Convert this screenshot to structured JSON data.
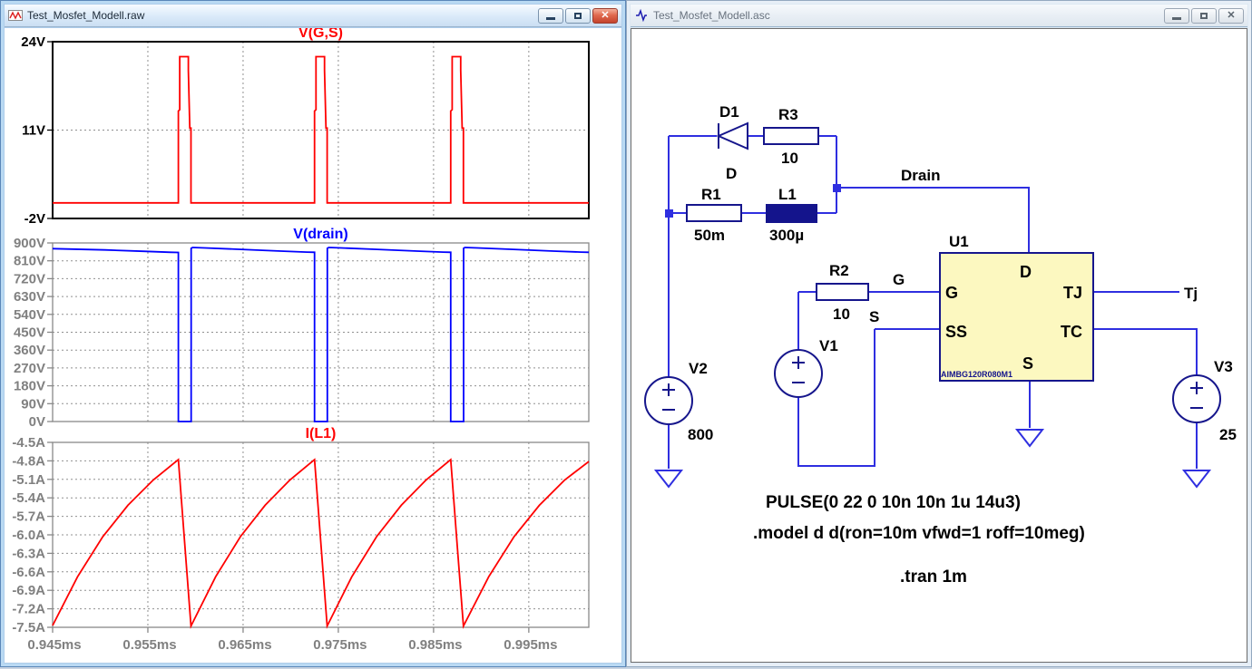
{
  "windows": {
    "left": {
      "title": "Test_Mosfet_Modell.raw"
    },
    "right": {
      "title": "Test_Mosfet_Modell.asc"
    },
    "controls": {
      "minimize": "minimize",
      "restore": "restore",
      "close": "✕"
    }
  },
  "chart_data": {
    "type": "line",
    "x": {
      "label_unit": "ms",
      "lim": [
        0.945,
        1.0013
      ],
      "ticks": [
        0.945,
        0.955,
        0.965,
        0.975,
        0.985,
        0.995
      ],
      "tick_labels": [
        "0.945ms",
        "0.955ms",
        "0.965ms",
        "0.975ms",
        "0.985ms",
        "0.995ms"
      ],
      "grid": [
        0.955,
        0.965,
        0.975,
        0.985,
        0.995
      ],
      "tick_color": "#808080",
      "grid_color": "#909090"
    },
    "panels": [
      {
        "title": "V(G,S)",
        "color": "#ff0000",
        "axis_color": "#000000",
        "tick_color": "#000000",
        "ylim": [
          -2,
          24
        ],
        "yticks": [
          24,
          11,
          -2
        ],
        "ytick_labels": [
          "24V",
          "11V",
          "-2V"
        ],
        "grid": [
          11
        ],
        "series": {
          "name": "V(G,S)",
          "points": [
            [
              0.945,
              0.3
            ],
            [
              0.9582,
              0.3
            ],
            [
              0.9582,
              13.8
            ],
            [
              0.95835,
              14.0
            ],
            [
              0.95835,
              21.8
            ],
            [
              0.95925,
              21.8
            ],
            [
              0.95925,
              19.8
            ],
            [
              0.9594,
              11.3
            ],
            [
              0.95953,
              11.3
            ],
            [
              0.95953,
              0.3
            ],
            [
              0.9725,
              0.3
            ],
            [
              0.9725,
              13.8
            ],
            [
              0.97265,
              14.0
            ],
            [
              0.97265,
              21.8
            ],
            [
              0.97355,
              21.8
            ],
            [
              0.97355,
              19.8
            ],
            [
              0.9737,
              11.3
            ],
            [
              0.97383,
              11.3
            ],
            [
              0.97383,
              0.3
            ],
            [
              0.9868,
              0.3
            ],
            [
              0.9868,
              13.8
            ],
            [
              0.98695,
              14.0
            ],
            [
              0.98695,
              21.8
            ],
            [
              0.98785,
              21.8
            ],
            [
              0.98785,
              19.8
            ],
            [
              0.988,
              11.3
            ],
            [
              0.98813,
              11.3
            ],
            [
              0.98813,
              0.3
            ],
            [
              1.0013,
              0.3
            ]
          ]
        }
      },
      {
        "title": "V(drain)",
        "color": "#0000ff",
        "axis_color": "#888888",
        "tick_color": "#808080",
        "ylim": [
          0,
          900
        ],
        "yticks": [
          900,
          810,
          720,
          630,
          540,
          450,
          360,
          270,
          180,
          90,
          0
        ],
        "ytick_labels": [
          "900V",
          "810V",
          "720V",
          "630V",
          "540V",
          "450V",
          "360V",
          "270V",
          "180V",
          "90V",
          "0V"
        ],
        "grid": [
          810,
          720,
          630,
          540,
          450,
          360,
          270,
          180,
          90
        ],
        "series": {
          "name": "V(drain)",
          "points": [
            [
              0.945,
              871
            ],
            [
              0.9505,
              865
            ],
            [
              0.9545,
              858
            ],
            [
              0.9574,
              853
            ],
            [
              0.9582,
              852
            ],
            [
              0.9582,
              0
            ],
            [
              0.95955,
              0
            ],
            [
              0.95955,
              873
            ],
            [
              0.9597,
              877
            ],
            [
              0.961,
              875
            ],
            [
              0.9645,
              868
            ],
            [
              0.969,
              859
            ],
            [
              0.9717,
              854
            ],
            [
              0.9725,
              853
            ],
            [
              0.9725,
              0
            ],
            [
              0.97385,
              0
            ],
            [
              0.97385,
              873
            ],
            [
              0.974,
              877
            ],
            [
              0.9753,
              875
            ],
            [
              0.9788,
              868
            ],
            [
              0.9833,
              859
            ],
            [
              0.986,
              854
            ],
            [
              0.9868,
              853
            ],
            [
              0.9868,
              0
            ],
            [
              0.98815,
              0
            ],
            [
              0.98815,
              873
            ],
            [
              0.9883,
              877
            ],
            [
              0.9896,
              875
            ],
            [
              0.9931,
              868
            ],
            [
              0.9976,
              859
            ],
            [
              1.0005,
              854
            ],
            [
              1.0013,
              853
            ]
          ]
        }
      },
      {
        "title": "I(L1)",
        "color": "#ff0000",
        "axis_color": "#888888",
        "tick_color": "#808080",
        "ylim": [
          -7.5,
          -4.5
        ],
        "yticks": [
          -4.5,
          -4.8,
          -5.1,
          -5.4,
          -5.7,
          -6.0,
          -6.3,
          -6.6,
          -6.9,
          -7.2,
          -7.5
        ],
        "ytick_labels": [
          "-4.5A",
          "-4.8A",
          "-5.1A",
          "-5.4A",
          "-5.7A",
          "-6.0A",
          "-6.3A",
          "-6.6A",
          "-6.9A",
          "-7.2A",
          "-7.5A"
        ],
        "grid": [
          -4.8,
          -5.1,
          -5.4,
          -5.7,
          -6.0,
          -6.3,
          -6.6,
          -6.9,
          -7.2
        ],
        "series": {
          "name": "I(L1)",
          "points": [
            [
              0.945,
              -7.47
            ],
            [
              0.94762,
              -6.68
            ],
            [
              0.95027,
              -6.03
            ],
            [
              0.95291,
              -5.52
            ],
            [
              0.95556,
              -5.11
            ],
            [
              0.9582,
              -4.78
            ],
            [
              0.9589,
              -6.2
            ],
            [
              0.95953,
              -7.48
            ],
            [
              0.96212,
              -6.68
            ],
            [
              0.96472,
              -6.03
            ],
            [
              0.96731,
              -5.52
            ],
            [
              0.96991,
              -5.11
            ],
            [
              0.9725,
              -4.78
            ],
            [
              0.9732,
              -6.2
            ],
            [
              0.97383,
              -7.48
            ],
            [
              0.97642,
              -6.68
            ],
            [
              0.97902,
              -6.03
            ],
            [
              0.98161,
              -5.52
            ],
            [
              0.98421,
              -5.11
            ],
            [
              0.9868,
              -4.78
            ],
            [
              0.9875,
              -6.2
            ],
            [
              0.98813,
              -7.48
            ],
            [
              0.99079,
              -6.68
            ],
            [
              0.99345,
              -6.03
            ],
            [
              0.99611,
              -5.52
            ],
            [
              0.99877,
              -5.11
            ],
            [
              1.0013,
              -4.81
            ]
          ]
        }
      }
    ]
  },
  "schematic": {
    "colors": {
      "wire": "#2f2fe0",
      "symbol": "#16168c",
      "u1_fill": "#fcf8c0",
      "text": "#000000"
    },
    "components": {
      "d1": {
        "name": "D1",
        "value": "D"
      },
      "r3": {
        "name": "R3",
        "value": "10"
      },
      "r1": {
        "name": "R1",
        "value": "50m"
      },
      "l1": {
        "name": "L1",
        "value": "300µ"
      },
      "r2": {
        "name": "R2",
        "value": "10"
      },
      "v1": {
        "name": "V1"
      },
      "v2": {
        "name": "V2",
        "value": "800"
      },
      "v3": {
        "name": "V3",
        "value": "25"
      },
      "u1": {
        "name": "U1",
        "model": "AIMBG120R080M1",
        "pins": {
          "d": "D",
          "g": "G",
          "ss": "SS",
          "tj": "TJ",
          "tc": "TC",
          "s": "S"
        }
      }
    },
    "net_labels": {
      "drain": "Drain",
      "g": "G",
      "s": "S",
      "tj": "Tj"
    },
    "directives": {
      "pulse": "PULSE(0 22 0 10n 10n 1u 14u3)",
      "model": ".model d d(ron=10m vfwd=1 roff=10meg)",
      "tran": ".tran 1m"
    }
  }
}
